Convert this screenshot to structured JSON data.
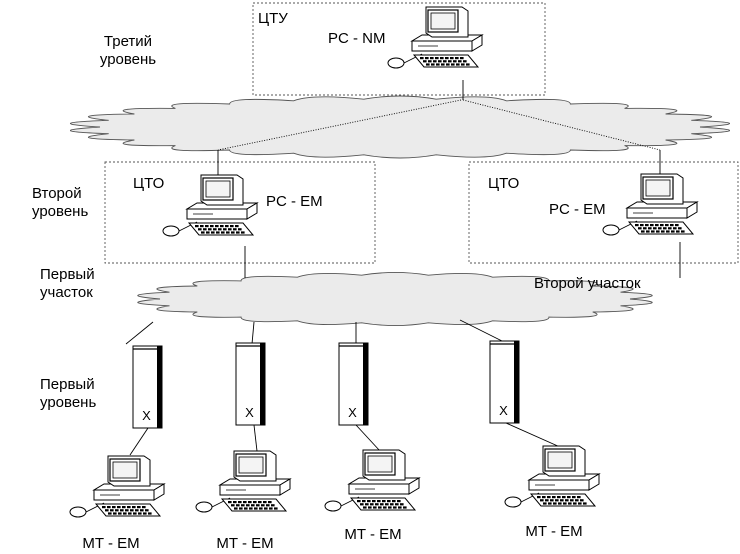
{
  "levels": {
    "third": [
      "Третий",
      "уровень"
    ],
    "second": [
      "Второй",
      "уровень"
    ],
    "first": [
      "Первый",
      "уровень"
    ]
  },
  "sections": {
    "first": [
      "Первый",
      "участок"
    ],
    "second": "Второй участок"
  },
  "centers": {
    "top": {
      "name": "ЦТУ",
      "pc": "PC - NM"
    },
    "left": {
      "name": "ЦТО",
      "pc": "PC - EM"
    },
    "right": {
      "name": "ЦТО",
      "pc": "PC - EM"
    }
  },
  "devices": [
    {
      "mark": "X",
      "terminal": "MT - EM"
    },
    {
      "mark": "X",
      "terminal": "MT - EM"
    },
    {
      "mark": "X",
      "terminal": "MT - EM"
    },
    {
      "mark": "X",
      "terminal": "MT - EM"
    }
  ],
  "colors": {
    "line": "#000000",
    "cloud_fill": "#ebebeb",
    "cloud_stroke": "#555555",
    "box_dash": "#555555",
    "unit_fill": "#ffffff"
  }
}
